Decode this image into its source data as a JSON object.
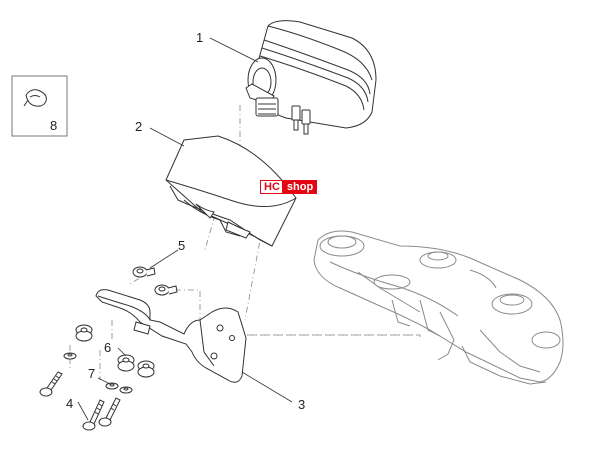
{
  "callouts": {
    "c1": "1",
    "c2": "2",
    "c3": "3",
    "c4": "4",
    "c5": "5",
    "c6": "6",
    "c7": "7",
    "c8": "8"
  },
  "watermark": {
    "hc": "HC",
    "shop": "shop"
  },
  "colors": {
    "line": "#333333",
    "ghost": "#9a9a9a",
    "brand_red": "#e30613"
  }
}
